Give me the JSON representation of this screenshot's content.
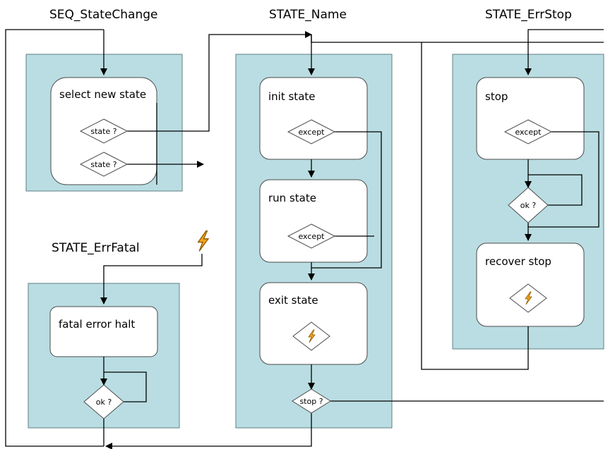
{
  "titles": {
    "seq_statechange": "SEQ_StateChange",
    "state_name": "STATE_Name",
    "state_errstop": "STATE_ErrStop",
    "state_errfatal": "STATE_ErrFatal"
  },
  "boxes": {
    "select_new_state": "select new state",
    "init_state": "init state",
    "run_state": "run state",
    "exit_state": "exit state",
    "stop": "stop",
    "recover_stop": "recover stop",
    "fatal_error_halt": "fatal error halt"
  },
  "decisions": {
    "state_q1": "state ?",
    "state_q2": "state ?",
    "except_init": "except",
    "except_run": "except",
    "except_stop": "except",
    "ok_errstop": "ok ?",
    "stop_q": "stop ?",
    "ok_errfatal": "ok ?"
  },
  "colors": {
    "panel": "#b9dde2",
    "lightning": "#f4a21c"
  },
  "icons": [
    "lightning-icon"
  ]
}
